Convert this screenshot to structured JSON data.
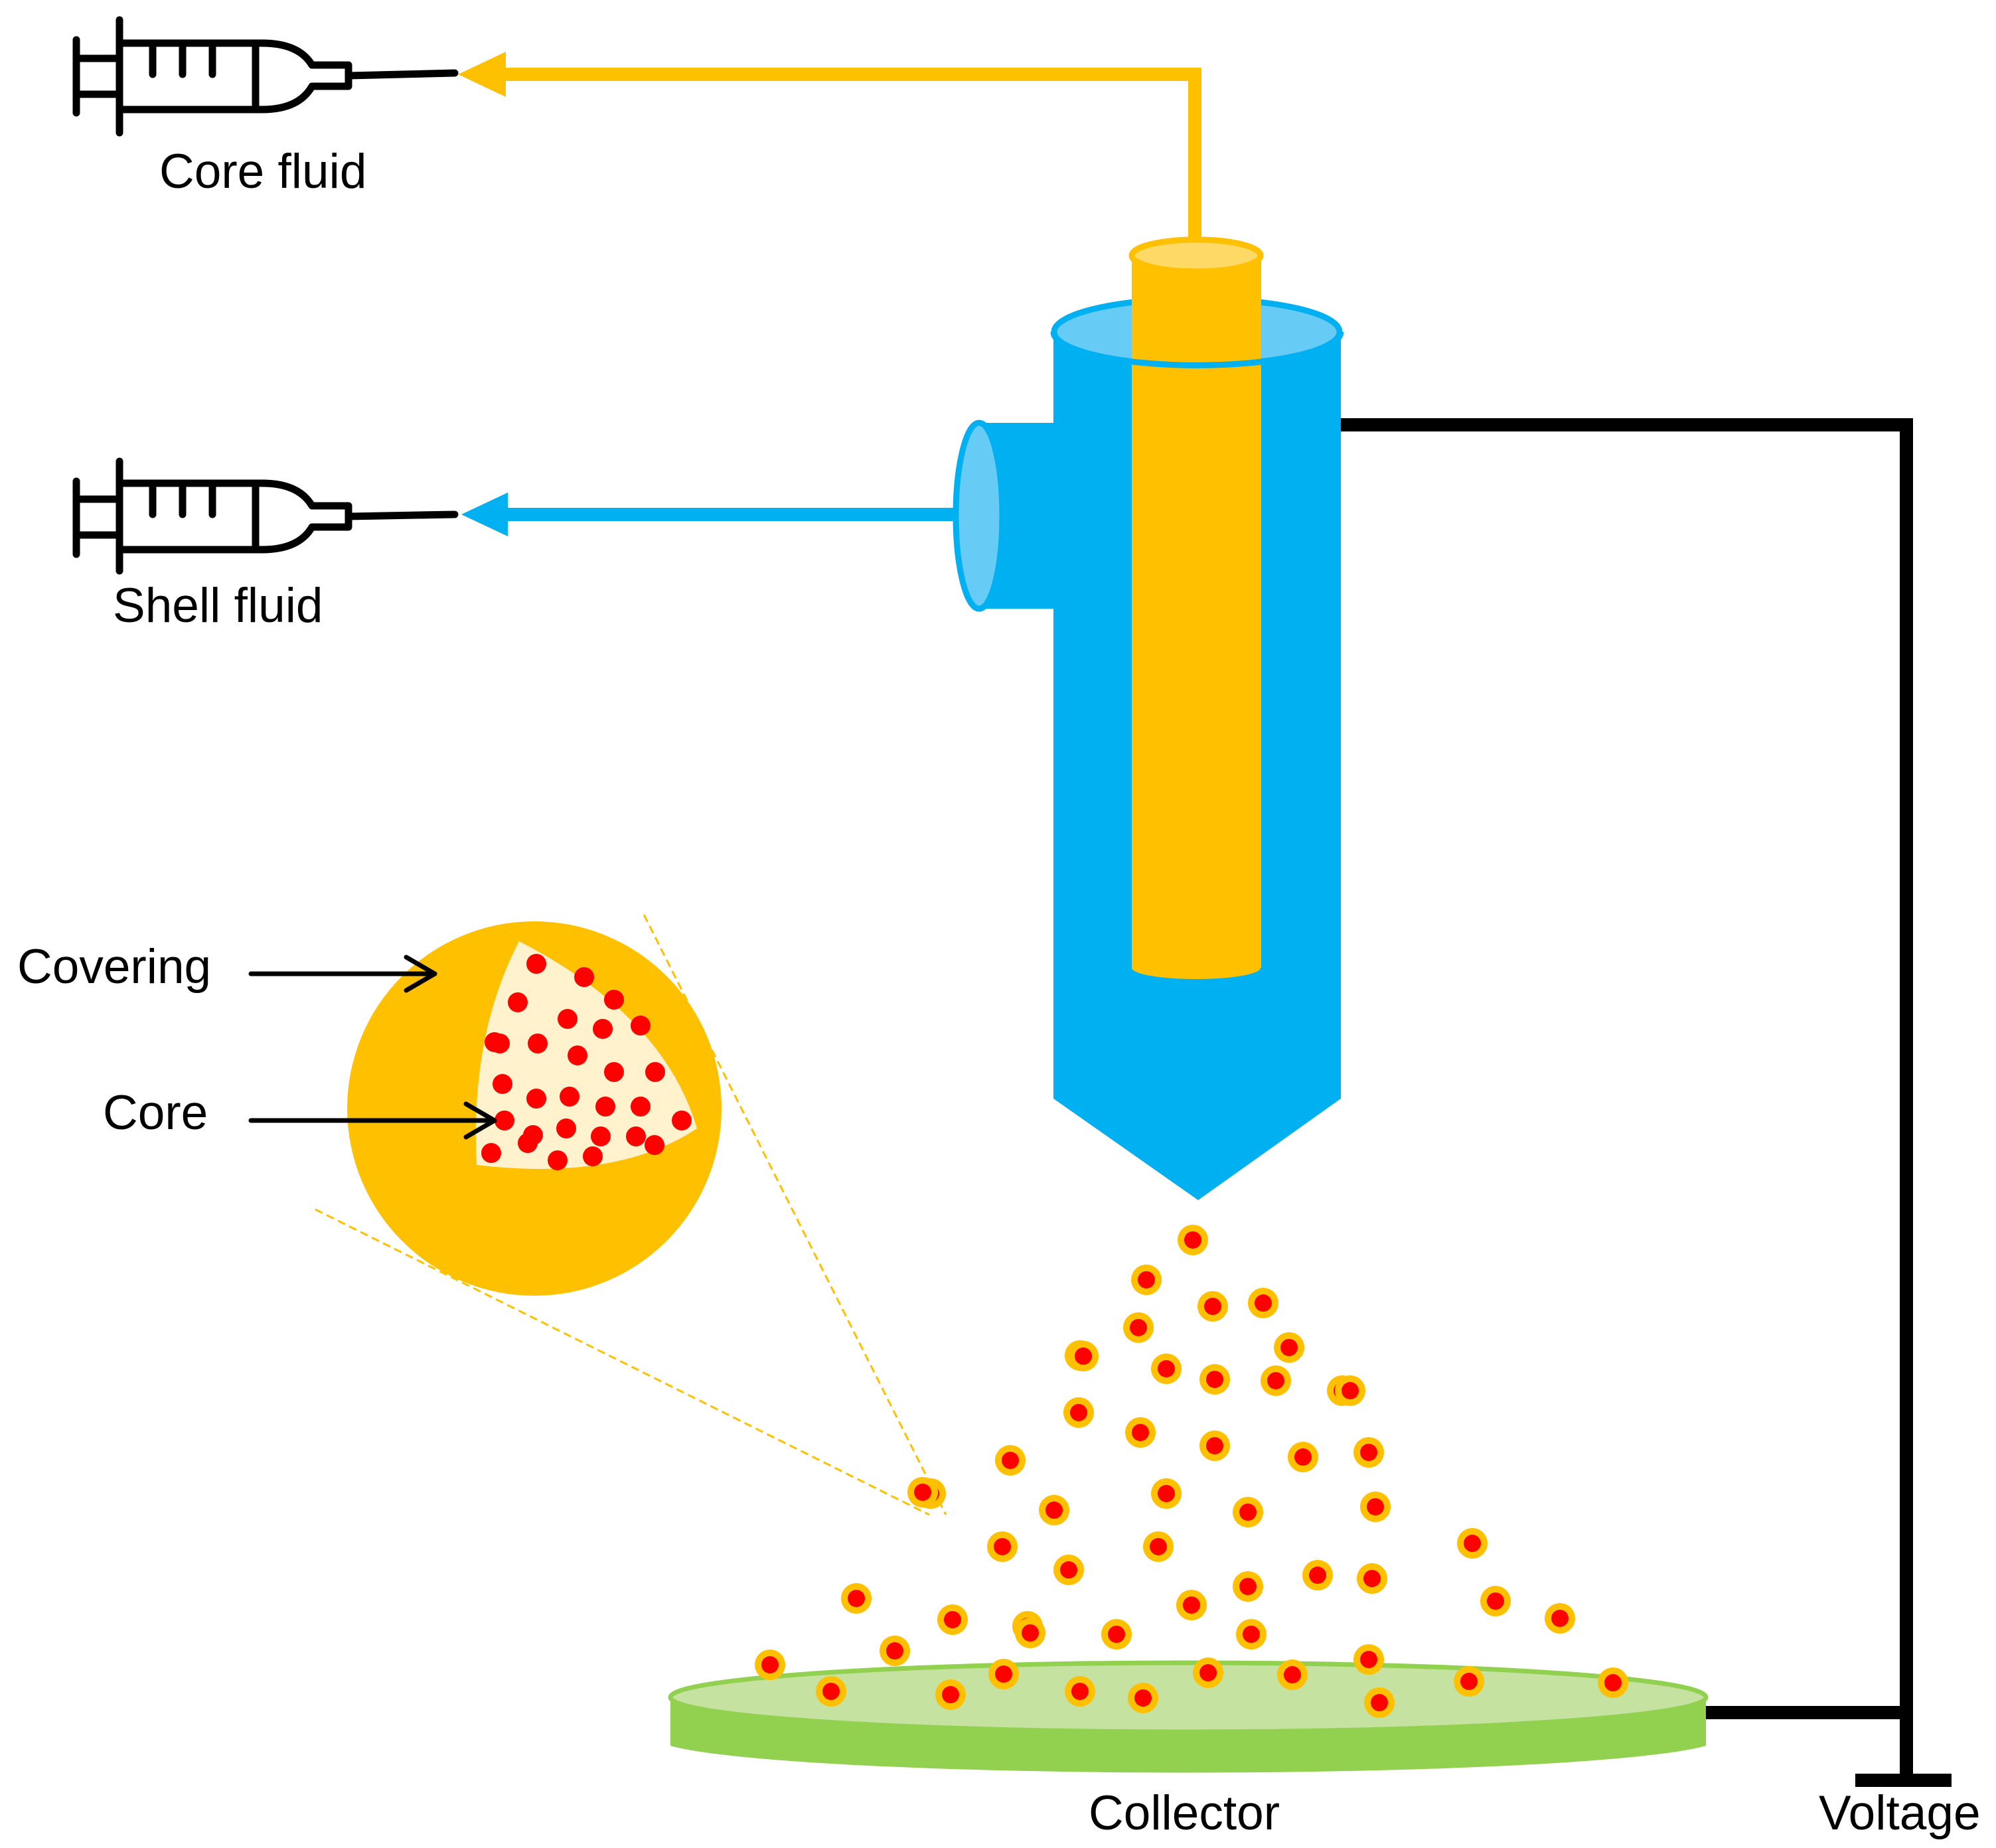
{
  "labels": {
    "core_fluid": "Core fluid",
    "shell_fluid": "Shell fluid",
    "covering": "Covering",
    "core": "Core",
    "collector": "Collector",
    "voltage": "Voltage"
  },
  "colors": {
    "core_fluid": "#FFC000",
    "core_fluid_light": "#FFD966",
    "shell_fluid": "#00B0F0",
    "shell_fluid_light": "#66CCF5",
    "particle_core": "#FF0000",
    "particle_inner": "#FFF2CC",
    "collector": "#92D050",
    "collector_top": "#C5E2A0",
    "wire": "#000000"
  },
  "particles": {
    "count": 62
  }
}
